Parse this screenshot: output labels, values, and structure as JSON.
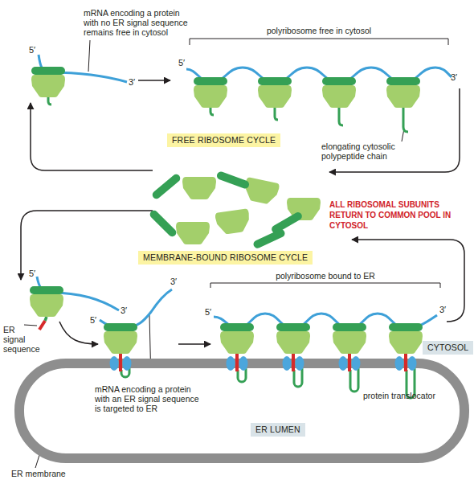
{
  "diagram": {
    "nodes": [
      {
        "text": [
          "FREE RIBOSOME CYCLE"
        ]
      },
      {
        "text": [
          "MEMBRANE-BOUND RIBOSOME CYCLE"
        ]
      },
      {
        "text": [
          "CYTOSOL"
        ]
      },
      {
        "text": [
          "ER LUMEN"
        ]
      }
    ],
    "labels": [
      "mRNA encoding a protein with no ER signal sequence remains free in cytosol",
      "5′",
      "3′",
      "polyribosome free in cytosol",
      "5′",
      "3′",
      "elongating cytosolic polypeptide chain",
      "ALL RIBOSOMAL SUBUNITS RETURN TO COMMON POOL IN CYTOSOL",
      "5′",
      "3′",
      "ER signal sequence",
      "polyribosome bound to ER",
      "5′",
      "3′",
      "5′",
      "3′",
      "mRNA encoding a protein with an ER signal sequence is targeted to ER",
      "protein translocator",
      "ER membrane"
    ]
  }
}
